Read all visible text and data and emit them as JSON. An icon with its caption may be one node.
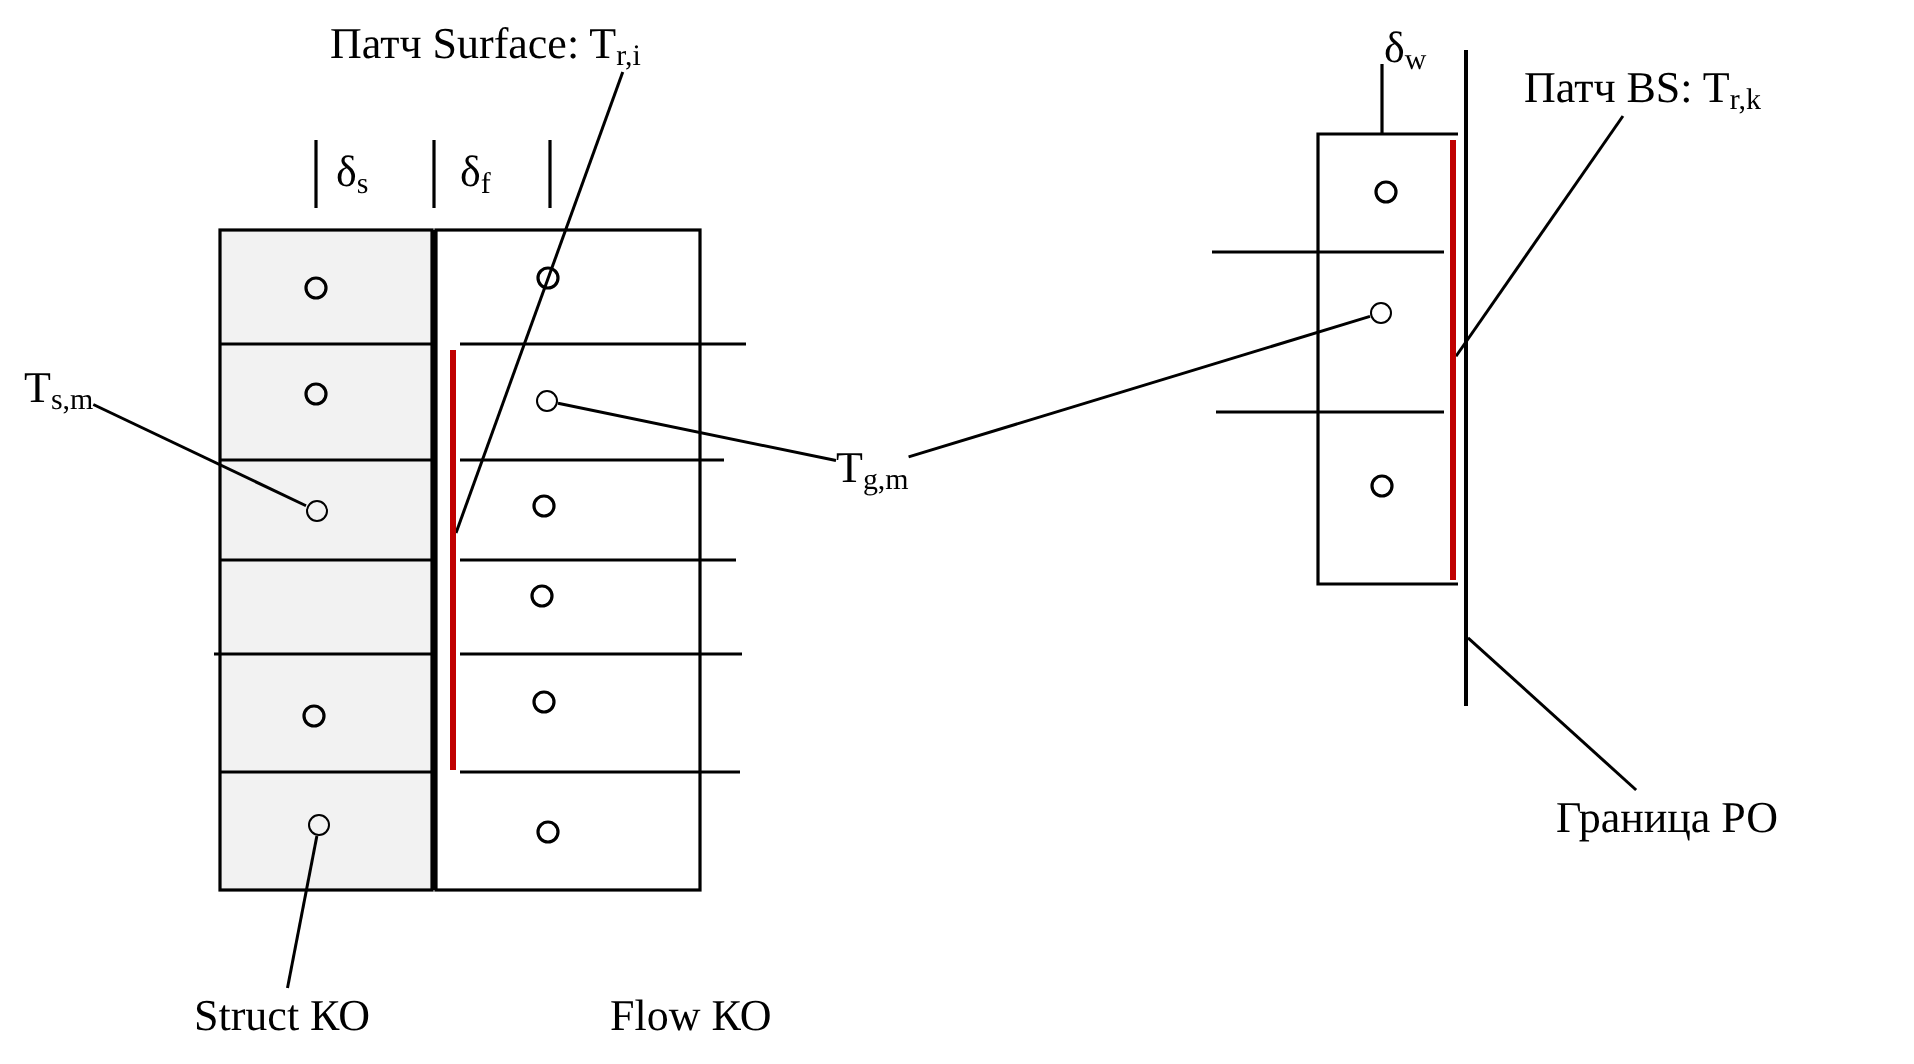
{
  "diagram": {
    "nodes": [
      {
        "text": [
          "Патч Surface: T$_{r,i}$"
        ]
      },
      {
        "text": [],
        "shape": "bar"
      },
      {
        "text": [
          "T$_{s,m}$"
        ]
      },
      {
        "text": [],
        "shape": "circle"
      },
      {
        "text": [
          "T$_{g,m}$"
        ]
      },
      {
        "text": [],
        "shape": "circle"
      },
      {
        "text": [],
        "shape": "circle"
      },
      {
        "text": [
          "Патч BS: T$_{r,k}$"
        ]
      },
      {
        "text": [],
        "shape": "bar"
      },
      {
        "text": [],
        "shape": "bar"
      },
      {
        "text": [
          "Граница РО"
        ]
      },
      {
        "text": [],
        "shape": "circle"
      },
      {
        "text": [
          "Struct КО"
        ]
      }
    ],
    "edges": [
      {
        "from": 0,
        "to": 1,
        "arrow": "none"
      },
      {
        "from": 2,
        "to": 3,
        "arrow": "none"
      },
      {
        "from": 4,
        "to": 5,
        "arrow": "none"
      },
      {
        "from": 4,
        "to": 6,
        "arrow": "none"
      },
      {
        "from": 7,
        "to": 8,
        "arrow": "none"
      },
      {
        "from": 10,
        "to": 9,
        "arrow": "none"
      },
      {
        "from": 12,
        "to": 11,
        "arrow": "none"
      }
    ],
    "labels": [
      "δ$_{s}$",
      "δ$_{f}$",
      "δ$_{w}$",
      "Flow КО"
    ]
  }
}
